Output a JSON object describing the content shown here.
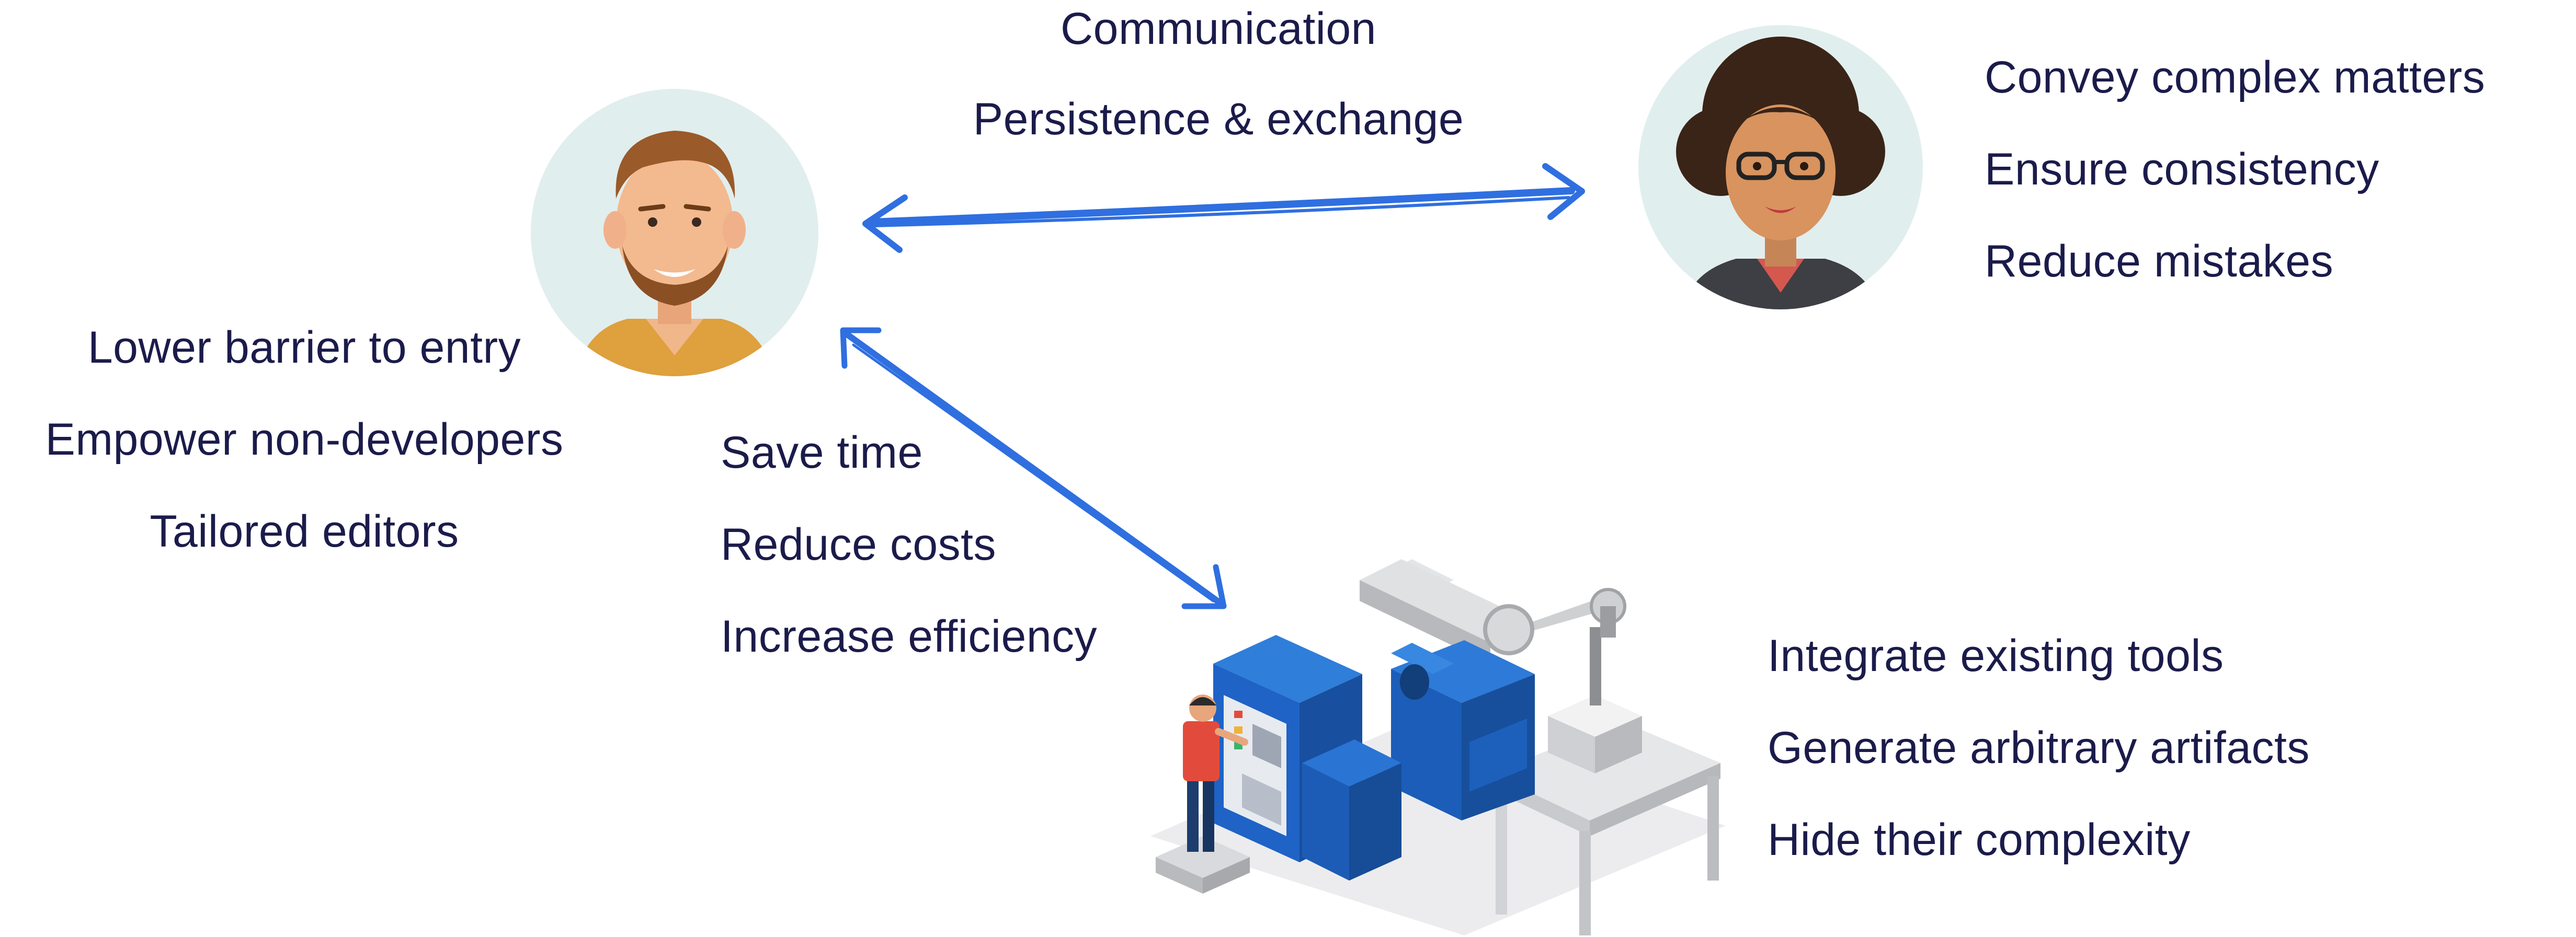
{
  "communication": {
    "title": "Communication",
    "subtitle": "Persistence & exchange"
  },
  "developer": {
    "benefits": [
      "Lower barrier to entry",
      "Empower non-developers",
      "Tailored editors"
    ]
  },
  "expert": {
    "benefits": [
      "Convey complex matters",
      "Ensure consistency",
      "Reduce mistakes"
    ]
  },
  "automation": {
    "benefits": [
      "Save time",
      "Reduce costs",
      "Increase efficiency"
    ]
  },
  "tooling": {
    "benefits": [
      "Integrate existing tools",
      "Generate arbitrary artifacts",
      "Hide their complexity"
    ]
  },
  "colors": {
    "text": "#1b1b4b",
    "arrow": "#2f6fe0",
    "avatar_bg": "#e1eeee",
    "machine_blue": "#1f63c6",
    "machine_grey": "#d9dadc"
  },
  "icons": [
    "developer-avatar-icon",
    "expert-avatar-icon",
    "factory-robot-icon"
  ]
}
